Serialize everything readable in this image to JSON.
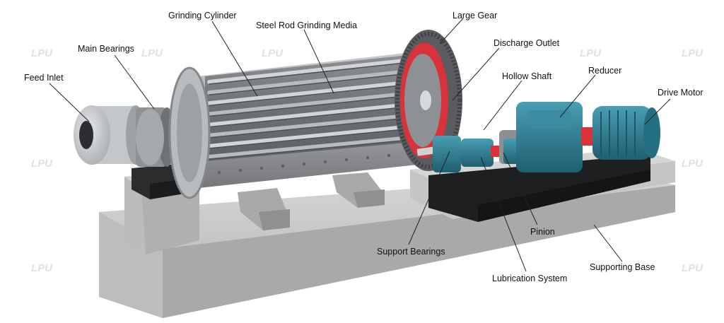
{
  "watermark": "LPU",
  "labels": {
    "feed_inlet": "Feed Inlet",
    "main_bearings": "Main Bearings",
    "grinding_cylinder": "Grinding Cylinder",
    "steel_rod_media": "Steel Rod Grinding Media",
    "large_gear": "Large Gear",
    "discharge_outlet": "Discharge Outlet",
    "hollow_shaft": "Hollow Shaft",
    "reducer": "Reducer",
    "drive_motor": "Drive Motor",
    "pinion": "Pinion",
    "support_bearings": "Support Bearings",
    "supporting_base": "Supporting Base",
    "lubrication_system": "Lubrication System"
  },
  "colors": {
    "concrete": "#c8c8c8",
    "cylinder": "#9a9c9e",
    "gear_red": "#d8323a",
    "teal": "#2f7f95",
    "steel_dark": "#2a2c2e"
  }
}
